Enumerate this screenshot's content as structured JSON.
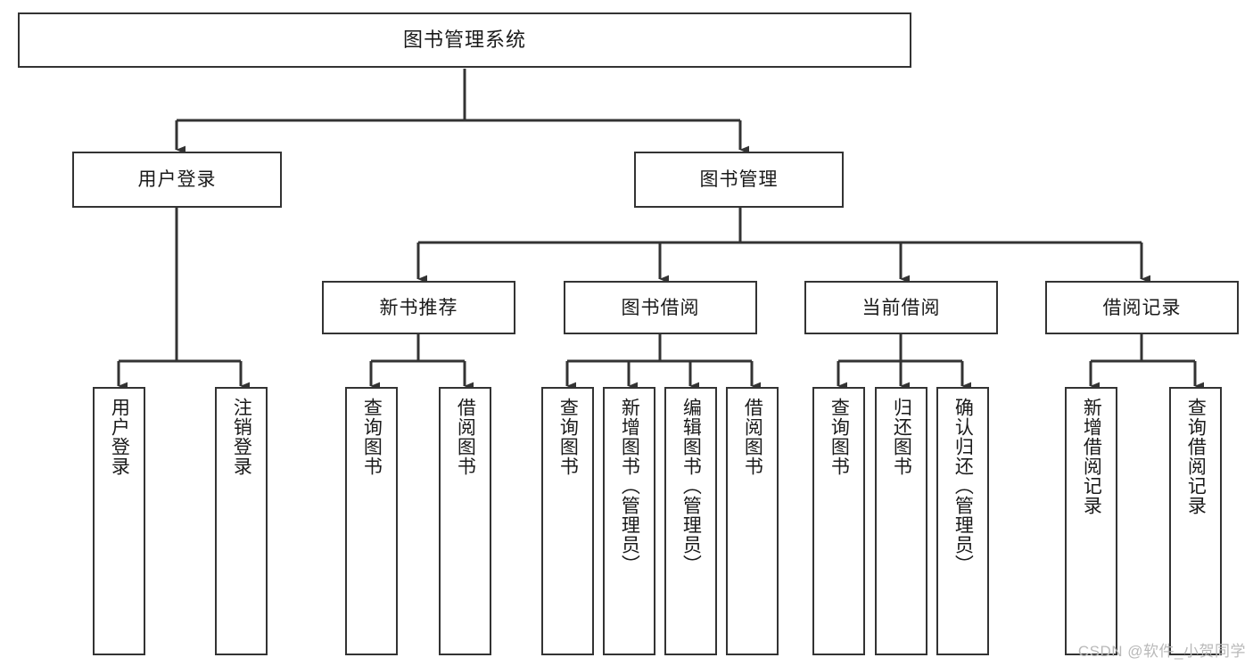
{
  "diagram": {
    "title": "图书管理系统",
    "type": "tree-hierarchy",
    "watermark": "CSDN @软件_小贺同学",
    "colors": {
      "background": "#ffffff",
      "node_border": "#333333",
      "node_fill": "#ffffff",
      "edge": "#333333",
      "text": "#1a1a1a",
      "watermark": "#b9b9b9"
    },
    "root": {
      "label": "图书管理系统"
    },
    "level2": [
      {
        "label": "用户登录"
      },
      {
        "label": "图书管理"
      }
    ],
    "level3": [
      {
        "label": "新书推荐"
      },
      {
        "label": "图书借阅"
      },
      {
        "label": "当前借阅"
      },
      {
        "label": "借阅记录"
      }
    ],
    "leaves": {
      "user_login": [
        {
          "label": "用户登录"
        },
        {
          "label": "注销登录"
        }
      ],
      "new_book_recommend": [
        {
          "label": "查询图书"
        },
        {
          "label": "借阅图书"
        }
      ],
      "book_borrow": [
        {
          "label": "查询图书"
        },
        {
          "label": "新增图书（管理员）"
        },
        {
          "label": "编辑图书（管理员）"
        },
        {
          "label": "借阅图书"
        }
      ],
      "current_borrow": [
        {
          "label": "查询图书"
        },
        {
          "label": "归还图书"
        },
        {
          "label": "确认归还（管理员）"
        }
      ],
      "borrow_record": [
        {
          "label": "新增借阅记录"
        },
        {
          "label": "查询借阅记录"
        }
      ]
    }
  }
}
